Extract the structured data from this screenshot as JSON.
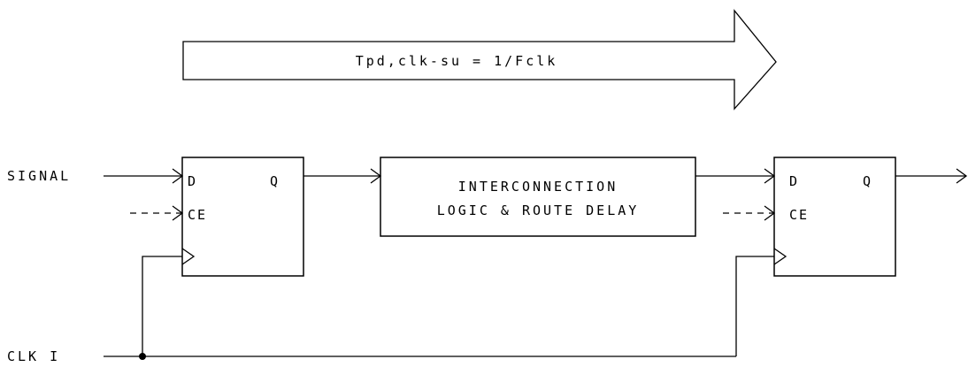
{
  "arrow_label": "Tpd,clk-su = 1/Fclk",
  "inputs": {
    "signal": "SIGNAL",
    "clock": "CLK I"
  },
  "flipflop_pins": {
    "d": "D",
    "q": "Q",
    "ce": "CE"
  },
  "logic_block": {
    "line1": "INTERCONNECTION",
    "line2": "LOGIC & ROUTE DELAY"
  }
}
